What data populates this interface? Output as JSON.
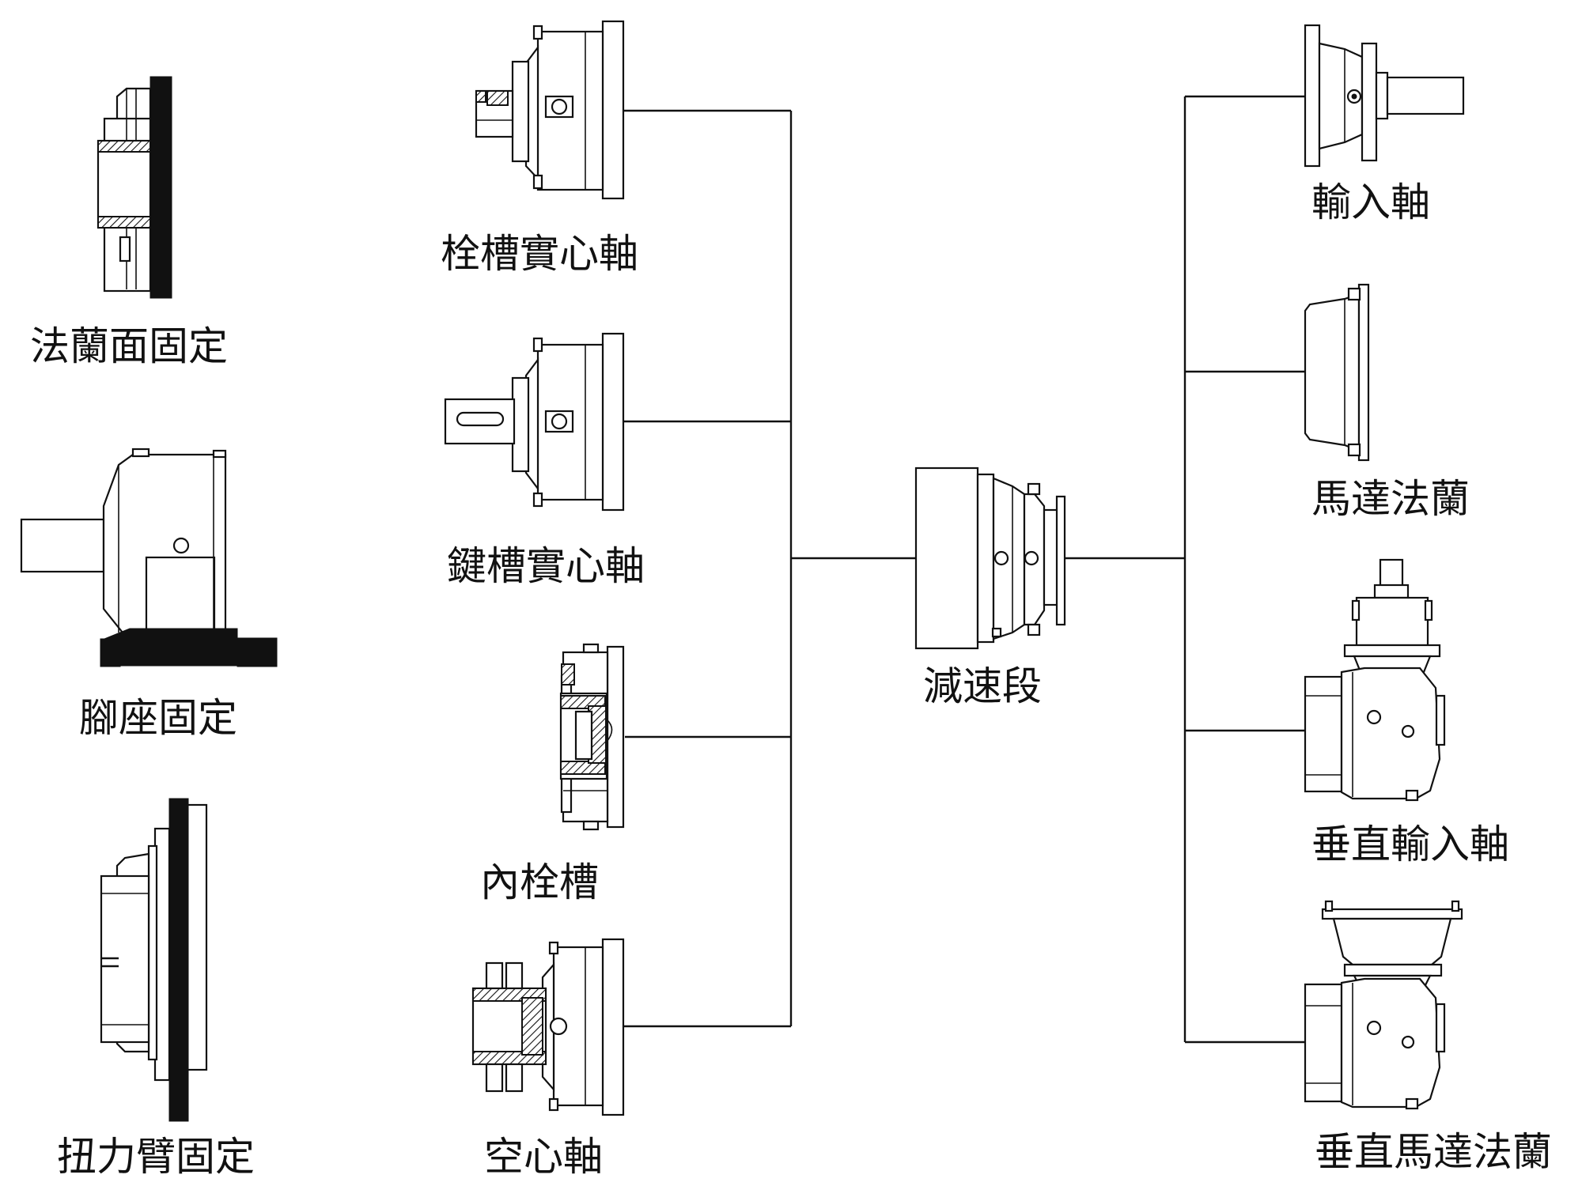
{
  "center": {
    "label": "減速段"
  },
  "mounting": [
    {
      "label": "法蘭面固定"
    },
    {
      "label": "腳座固定"
    },
    {
      "label": "扭力臂固定"
    }
  ],
  "output_shafts": [
    {
      "label": "栓槽實心軸"
    },
    {
      "label": "鍵槽實心軸"
    },
    {
      "label": "內栓槽"
    },
    {
      "label": "空心軸"
    }
  ],
  "inputs": [
    {
      "label": "輸入軸"
    },
    {
      "label": "馬達法蘭"
    },
    {
      "label": "垂直輸入軸"
    },
    {
      "label": "垂直馬達法蘭"
    }
  ]
}
